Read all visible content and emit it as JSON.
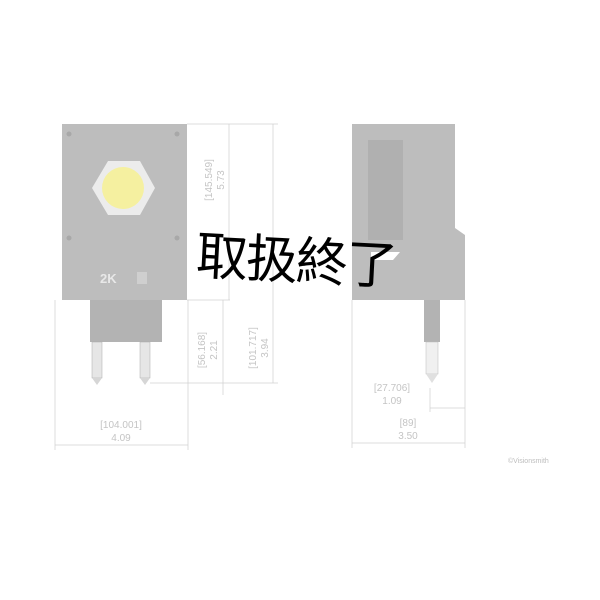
{
  "front_view": {
    "label_text": "2K",
    "width": {
      "mm": "[104.001]",
      "in": "4.09"
    },
    "body_height": {
      "mm": "[145.549]",
      "in": "5.73"
    },
    "total_height": {
      "mm": "[101.717]",
      "in": "3.94"
    },
    "pin_length": {
      "mm": "[56.168]",
      "in": "2.21"
    }
  },
  "side_view": {
    "pin_offset": {
      "mm": "[27.706]",
      "in": "1.09"
    },
    "depth": {
      "mm": "[89]",
      "in": "3.50"
    }
  },
  "overlay_text": "取扱終了",
  "watermark": "©Visionsmith",
  "colors": {
    "body": "#bdbdbd",
    "lens": "#f5f0a0",
    "dimension": "#c4c4c4",
    "overlay": "#000000"
  }
}
